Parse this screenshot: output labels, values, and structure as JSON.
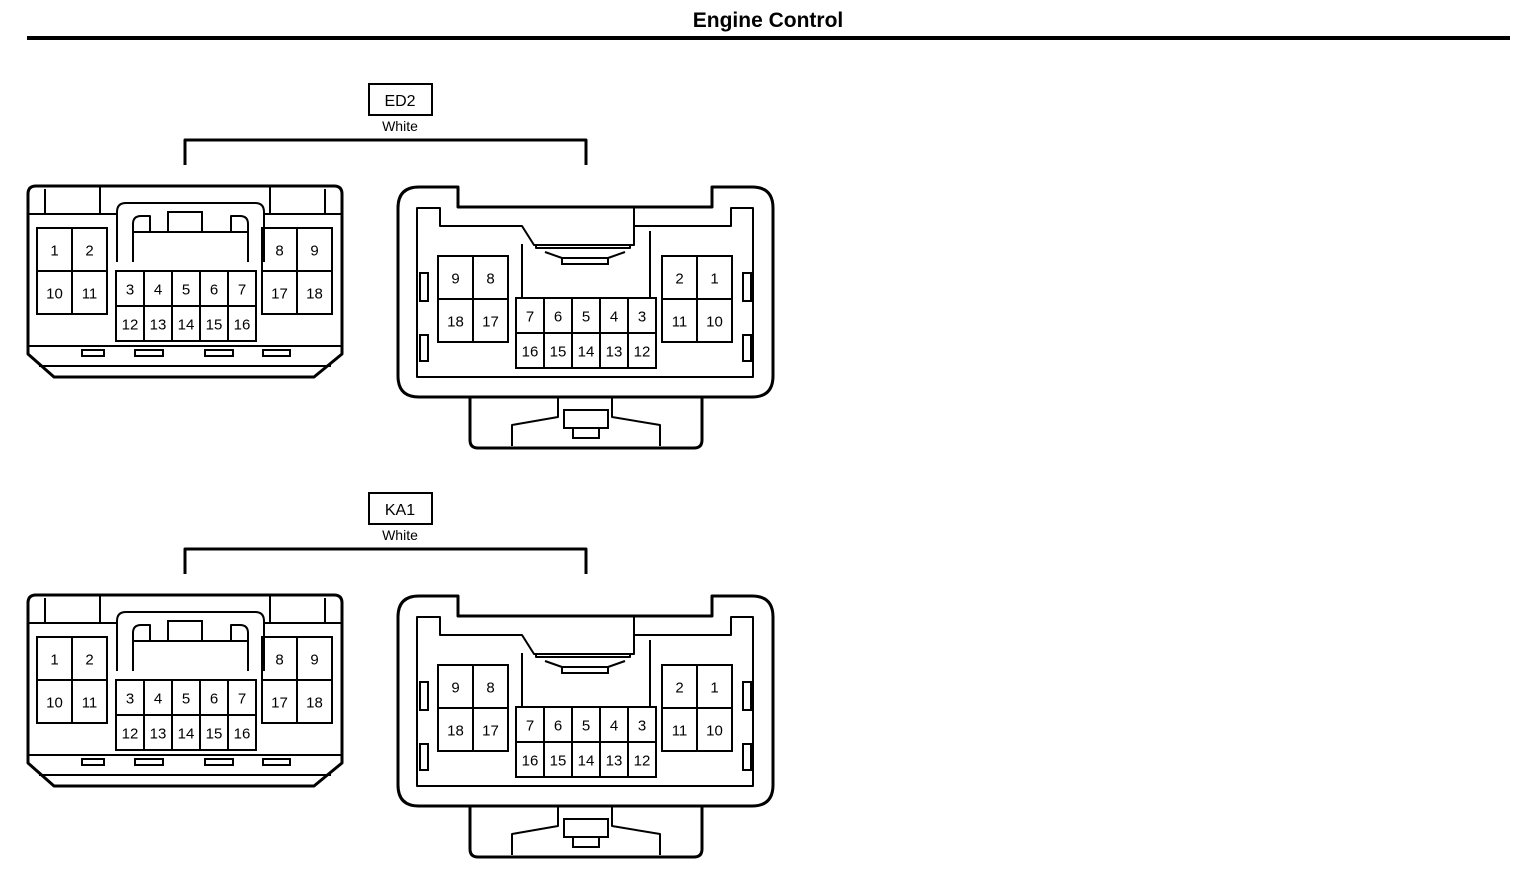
{
  "page": {
    "title": "Engine Control"
  },
  "connectors": [
    {
      "id": "ED2",
      "color": "White",
      "views": [
        {
          "side": "left",
          "left_pins": [
            [
              "1",
              "2"
            ],
            [
              "10",
              "11"
            ]
          ],
          "center_pins": [
            [
              "3",
              "4",
              "5",
              "6",
              "7"
            ],
            [
              "12",
              "13",
              "14",
              "15",
              "16"
            ]
          ],
          "right_pins": [
            [
              "8",
              "9"
            ],
            [
              "17",
              "18"
            ]
          ]
        },
        {
          "side": "right",
          "left_pins": [
            [
              "9",
              "8"
            ],
            [
              "18",
              "17"
            ]
          ],
          "center_pins": [
            [
              "7",
              "6",
              "5",
              "4",
              "3"
            ],
            [
              "16",
              "15",
              "14",
              "13",
              "12"
            ]
          ],
          "right_pins": [
            [
              "2",
              "1"
            ],
            [
              "11",
              "10"
            ]
          ]
        }
      ]
    },
    {
      "id": "KA1",
      "color": "White",
      "views": [
        {
          "side": "left",
          "left_pins": [
            [
              "1",
              "2"
            ],
            [
              "10",
              "11"
            ]
          ],
          "center_pins": [
            [
              "3",
              "4",
              "5",
              "6",
              "7"
            ],
            [
              "12",
              "13",
              "14",
              "15",
              "16"
            ]
          ],
          "right_pins": [
            [
              "8",
              "9"
            ],
            [
              "17",
              "18"
            ]
          ]
        },
        {
          "side": "right",
          "left_pins": [
            [
              "9",
              "8"
            ],
            [
              "18",
              "17"
            ]
          ],
          "center_pins": [
            [
              "7",
              "6",
              "5",
              "4",
              "3"
            ],
            [
              "16",
              "15",
              "14",
              "13",
              "12"
            ]
          ],
          "right_pins": [
            [
              "2",
              "1"
            ],
            [
              "11",
              "10"
            ]
          ]
        }
      ]
    }
  ]
}
